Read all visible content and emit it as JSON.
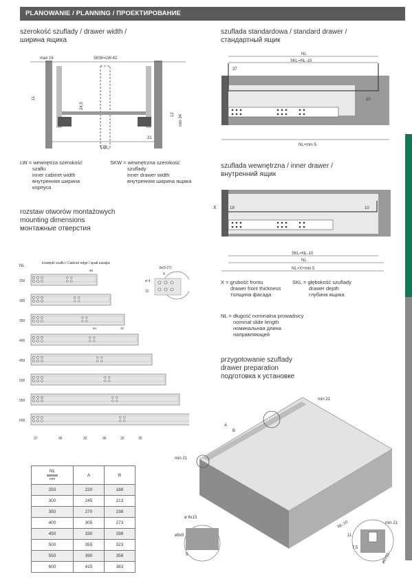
{
  "header": {
    "title": "PLANOWANIE / PLANNING / ПРОЕКТИРОВАНИЕ"
  },
  "drawer_width": {
    "heading": [
      "szerokość szuflady / drawer width /",
      "ширина ящика"
    ],
    "labels": {
      "max16": "max 16",
      "skw": "SKW=LW-42",
      "h11": "11",
      "h245": "24,5",
      "h12": "12",
      "min34": "min 34",
      "w21": "21",
      "lw": "LW"
    }
  },
  "legend_lw": [
    "LW = wewnętrza szerokość",
    "szafki",
    "inner cabinet width",
    "внутренняя ширина",
    "корпуса"
  ],
  "legend_skw": [
    "SKW = wewnętrzna szerokość",
    "szuflady",
    "inner drawer width",
    "внутренняя ширина ящика"
  ],
  "standard_drawer": {
    "heading": [
      "szuflada standardowa / standard drawer /",
      "стандартный ящик"
    ],
    "labels": {
      "nl": "NL",
      "skl": "SKL=NL-10",
      "d37": "37",
      "d10": "10",
      "nlmin": "NL+min 5"
    }
  },
  "inner_drawer": {
    "heading": [
      "szuflada wewnętrzna / inner drawer /",
      "внутренний ящик"
    ],
    "labels": {
      "x": "X",
      "d19": "19",
      "d10": "10",
      "skl": "SKL=NL-10",
      "nl": "NL",
      "nlx": "NL+X+min 5"
    }
  },
  "legend_x": [
    "X = grubość frontu",
    "drawer front thickness",
    "толщина фасада"
  ],
  "legend_skl": [
    "SKL = głębokość szuflady",
    "drawer depth",
    "глубина ящика"
  ],
  "legend_nl": [
    "NL = długość nominalna prowadnicy",
    "nominal slide length",
    "номинальная длина",
    "направляющей"
  ],
  "mounting": {
    "heading": [
      "rozstaw otworów montażowych",
      "mounting dimensions",
      "монтажные отверстия"
    ],
    "cabinet_edge": "krawędź szafki / Cabinet edge / край шкафа",
    "nl_label": "NL",
    "lengths": [
      "250",
      "300",
      "350",
      "400",
      "450",
      "500",
      "550",
      "600"
    ],
    "detail": {
      "d1": "3x(9-27)",
      "d2": "9",
      "d3": "12",
      "dia": "ø 4"
    },
    "inner_labels": {
      "d96": "96",
      "d64": "64",
      "d32": "32"
    },
    "bottom_dims": [
      "37",
      "96",
      "32",
      "96",
      "32",
      "35"
    ]
  },
  "table": {
    "header_nl": "NL",
    "header_unit": "mm",
    "col_a": "A",
    "col_b": "B",
    "rows": [
      [
        "250",
        "220",
        "188"
      ],
      [
        "300",
        "245",
        "213"
      ],
      [
        "350",
        "270",
        "238"
      ],
      [
        "400",
        "305",
        "273"
      ],
      [
        "450",
        "330",
        "298"
      ],
      [
        "500",
        "355",
        "323"
      ],
      [
        "550",
        "390",
        "358"
      ],
      [
        "600",
        "415",
        "383"
      ]
    ]
  },
  "preparation": {
    "heading": [
      "przygotowanie szuflady",
      "drawer preparation",
      "подготовка к установке"
    ],
    "labels": {
      "min21a": "min 21",
      "min21b": "min 21",
      "min21c": "min 21",
      "a": "A",
      "b": "B",
      "nl10": "NL-10",
      "hole": "ø 6x15",
      "hole2": "ø6x10",
      "ang": "ø8x9",
      "d11": "11",
      "d75": "7,5",
      "d5": "5"
    }
  }
}
